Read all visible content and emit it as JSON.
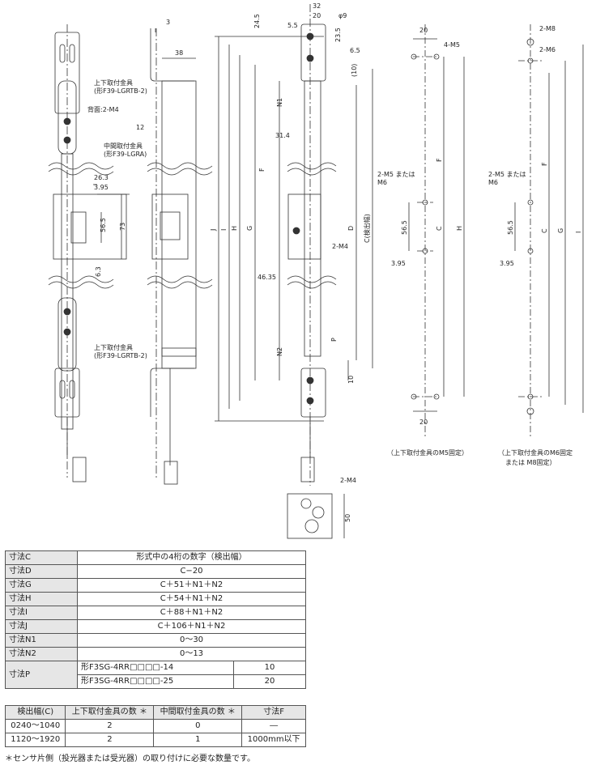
{
  "drawing": {
    "dims_side": [
      "3",
      "38",
      "12",
      "26.3",
      "3.95",
      "56.5",
      "73",
      "6.3"
    ],
    "dims_front": [
      "32",
      "24.5",
      "20",
      "5.5",
      "φ9",
      "23.5",
      "6.5",
      "(10)",
      "N1",
      "31.4",
      "F",
      "J",
      "I",
      "H",
      "G",
      "D",
      "C(検出幅)",
      "2-M4",
      "46.35",
      "N2",
      "P",
      "10"
    ],
    "labels": {
      "bracket_top": "上下取付金具",
      "bracket_top_model": "(形F39-LGRTB-2)",
      "back_m4": "背面:2-M4",
      "mid_bracket": "中間取付金具",
      "mid_bracket_model": "(形F39-LGRA)",
      "bracket_bottom": "上下取付金具",
      "bracket_bottom_model": "(形F39-LGRTB-2)"
    },
    "bottom_view": {
      "label": "2-M4",
      "dim": "50"
    },
    "m5_view": {
      "dims": [
        "20",
        "4-M5",
        "2-M5 または",
        "M6",
        "F",
        "56.5",
        "C",
        "H",
        "3.95",
        "20"
      ],
      "caption": "（上下取付金具のM5固定）"
    },
    "m6_view": {
      "dims": [
        "2-M8",
        "2-M6",
        "2-M5 または",
        "M6",
        "F",
        "56.5",
        "C",
        "G",
        "I",
        "3.95"
      ],
      "caption_1": "（上下取付金具のM6固定",
      "caption_2": "または M8固定）"
    }
  },
  "dim_table": {
    "rows": [
      {
        "label": "寸法C",
        "value": "形式中の4桁の数字（検出幅）"
      },
      {
        "label": "寸法D",
        "value": "C−20"
      },
      {
        "label": "寸法G",
        "value": "C＋51＋N1＋N2"
      },
      {
        "label": "寸法H",
        "value": "C＋54＋N1＋N2"
      },
      {
        "label": "寸法I",
        "value": "C＋88＋N1＋N2"
      },
      {
        "label": "寸法J",
        "value": "C＋106＋N1＋N2"
      },
      {
        "label": "寸法N1",
        "value": "0〜30"
      },
      {
        "label": "寸法N2",
        "value": "0〜13"
      }
    ],
    "p_label": "寸法P",
    "p_rows": [
      {
        "model": "形F3SG-4RR□□□□-14",
        "value": "10"
      },
      {
        "model": "形F3SG-4RR□□□□-25",
        "value": "20"
      }
    ]
  },
  "count_table": {
    "headers": [
      "検出幅(C)",
      "上下取付金具の数 ＊",
      "中間取付金具の数 ＊",
      "寸法F"
    ],
    "rows": [
      [
        "0240〜1040",
        "2",
        "0",
        "―"
      ],
      [
        "1120〜1920",
        "2",
        "1",
        "1000mm以下"
      ]
    ]
  },
  "footnote": "＊センサ片側（投光器または受光器）の取り付けに必要な数量です。"
}
